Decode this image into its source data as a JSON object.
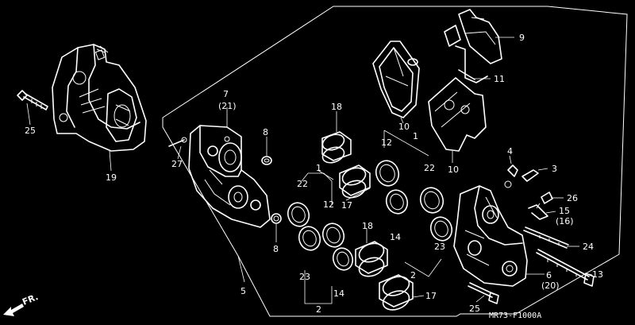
{
  "diagram": {
    "part_callouts": [
      {
        "id": "c9",
        "text": "9"
      },
      {
        "id": "c11",
        "text": "11"
      },
      {
        "id": "c10a",
        "text": "10"
      },
      {
        "id": "c10b",
        "text": "10"
      },
      {
        "id": "c7",
        "text": "7"
      },
      {
        "id": "c21a",
        "text": "(21)"
      },
      {
        "id": "c8a",
        "text": "8"
      },
      {
        "id": "c8b",
        "text": "8"
      },
      {
        "id": "c18a",
        "text": "18"
      },
      {
        "id": "c18b",
        "text": "18"
      },
      {
        "id": "c1a",
        "text": "1"
      },
      {
        "id": "c1b",
        "text": "1"
      },
      {
        "id": "c12a",
        "text": "12"
      },
      {
        "id": "c12b",
        "text": "12"
      },
      {
        "id": "c22a",
        "text": "22"
      },
      {
        "id": "c22b",
        "text": "22"
      },
      {
        "id": "c17a",
        "text": "17"
      },
      {
        "id": "c17b",
        "text": "17"
      },
      {
        "id": "c14a",
        "text": "14"
      },
      {
        "id": "c14b",
        "text": "14"
      },
      {
        "id": "c23a",
        "text": "23"
      },
      {
        "id": "c23b",
        "text": "23"
      },
      {
        "id": "c2a",
        "text": "2"
      },
      {
        "id": "c2b",
        "text": "2"
      },
      {
        "id": "c27",
        "text": "27"
      },
      {
        "id": "c5",
        "text": "5"
      },
      {
        "id": "c25a",
        "text": "25"
      },
      {
        "id": "c25b",
        "text": "25"
      },
      {
        "id": "c19",
        "text": "19"
      },
      {
        "id": "c4",
        "text": "4"
      },
      {
        "id": "c3",
        "text": "3"
      },
      {
        "id": "c26",
        "text": "26"
      },
      {
        "id": "c15",
        "text": "15"
      },
      {
        "id": "c16",
        "text": "(16)"
      },
      {
        "id": "c24",
        "text": "24"
      },
      {
        "id": "c13",
        "text": "13"
      },
      {
        "id": "c6",
        "text": "6"
      },
      {
        "id": "c20",
        "text": "(20)"
      }
    ],
    "direction_arrow": "FR.",
    "figure_code": "MR73-F1000A"
  }
}
